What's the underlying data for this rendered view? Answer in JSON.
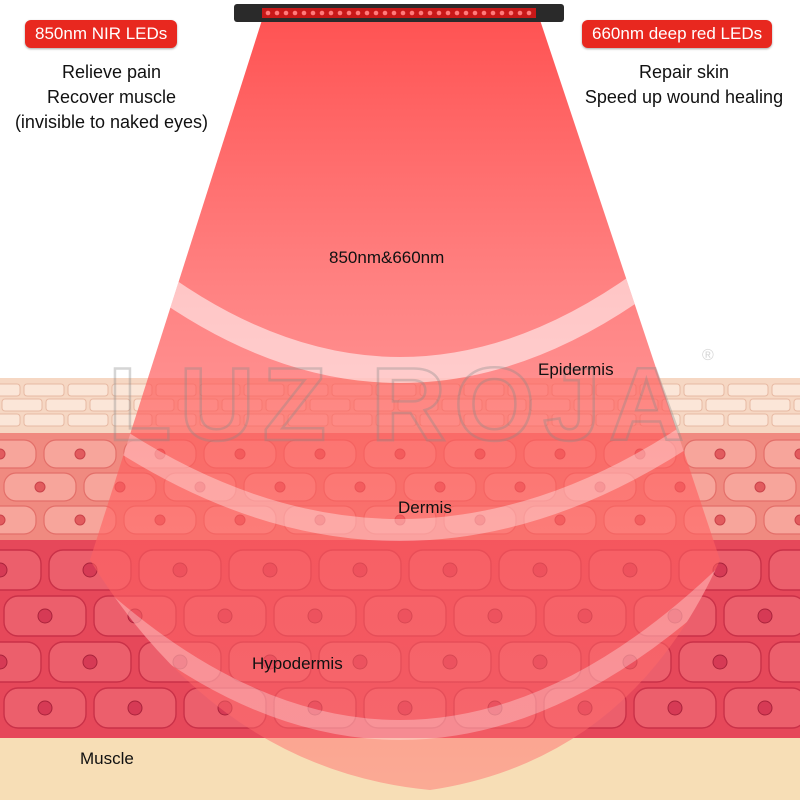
{
  "left_panel": {
    "badge": "850nm NIR LEDs",
    "benefits": [
      "Relieve pain",
      "Recover muscle",
      "(invisible to naked eyes)"
    ]
  },
  "right_panel": {
    "badge": "660nm deep red LEDs",
    "benefits": [
      "Repair skin",
      "Speed up wound healing"
    ]
  },
  "beam_label": "850nm&660nm",
  "layers": {
    "epidermis": "Epidermis",
    "dermis": "Dermis",
    "hypodermis": "Hypodermis",
    "muscle": "Muscle"
  },
  "watermark": {
    "brand": "LUZ ROJA",
    "registered_mark": "®"
  },
  "colors": {
    "badge": "#e8281f",
    "beam": "#ff3b3b",
    "epidermis": "#f6d7c3",
    "dermis": "#f08a80",
    "hypodermis": "#e6485a",
    "muscle": "#f7deb6"
  }
}
